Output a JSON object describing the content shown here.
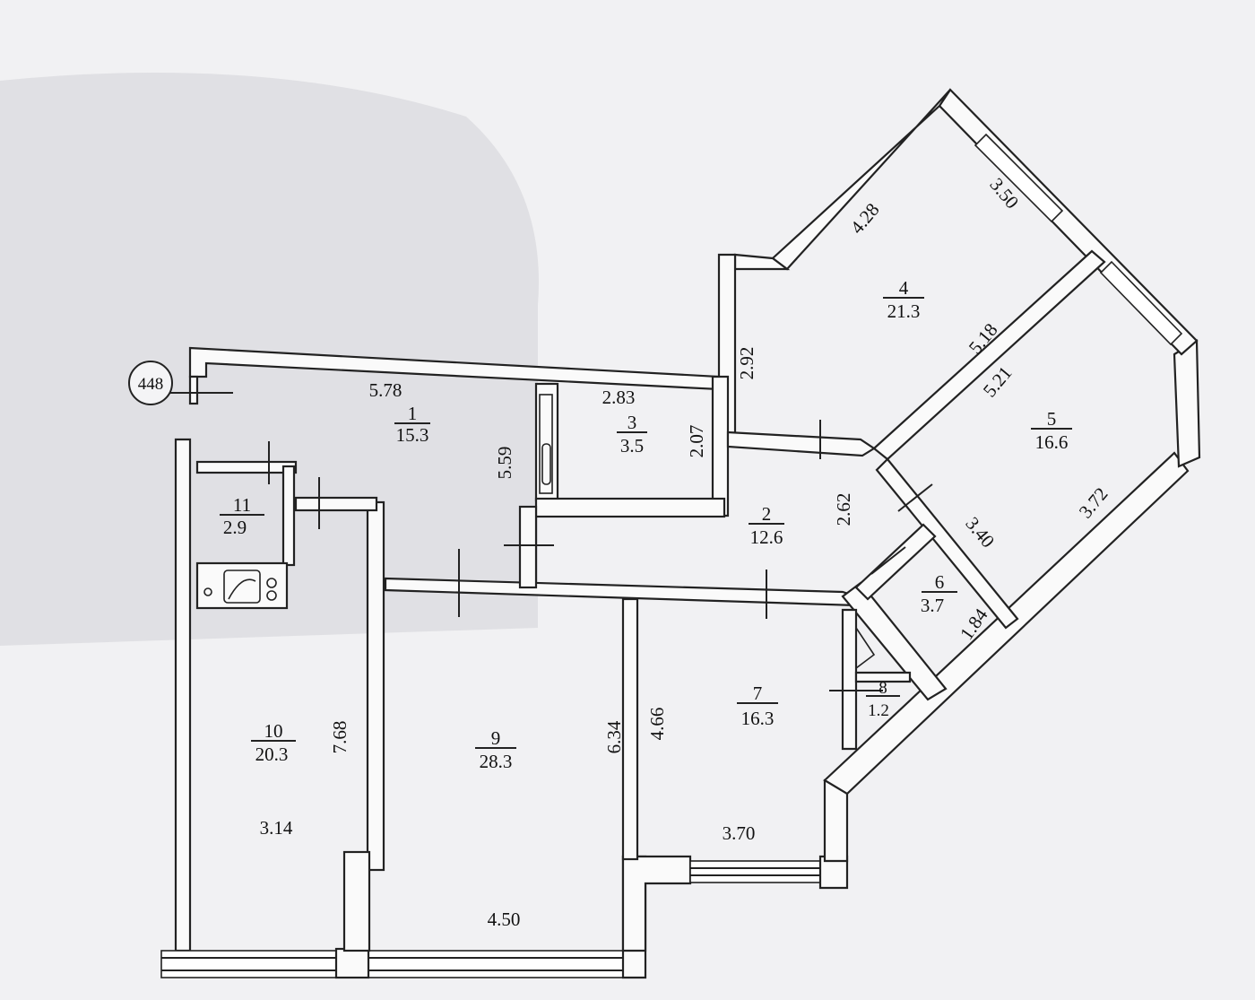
{
  "axis_marker": "448",
  "rooms": [
    {
      "id": "room-1",
      "number": "1",
      "area": "15.3"
    },
    {
      "id": "room-2",
      "number": "2",
      "area": "12.6"
    },
    {
      "id": "room-3",
      "number": "3",
      "area": "3.5"
    },
    {
      "id": "room-4",
      "number": "4",
      "area": "21.3"
    },
    {
      "id": "room-5",
      "number": "5",
      "area": "16.6"
    },
    {
      "id": "room-6",
      "number": "6",
      "area": "3.7"
    },
    {
      "id": "room-7",
      "number": "7",
      "area": "16.3"
    },
    {
      "id": "room-8",
      "number": "8",
      "area": "1.2"
    },
    {
      "id": "room-9",
      "number": "9",
      "area": "28.3"
    },
    {
      "id": "room-10",
      "number": "10",
      "area": "20.3"
    },
    {
      "id": "room-11",
      "number": "11",
      "area": "2.9"
    }
  ],
  "dimensions": {
    "d_578": "5.78",
    "d_559": "5.59",
    "d_283": "2.83",
    "d_207": "2.07",
    "d_292": "2.92",
    "d_428": "4.28",
    "d_350": "3.50",
    "d_518": "5.18",
    "d_521": "5.21",
    "d_262": "2.62",
    "d_340": "3.40",
    "d_372": "3.72",
    "d_184": "1.84",
    "d_466": "4.66",
    "d_634": "6.34",
    "d_768": "7.68",
    "d_314": "3.14",
    "d_450": "4.50",
    "d_370": "3.70"
  }
}
